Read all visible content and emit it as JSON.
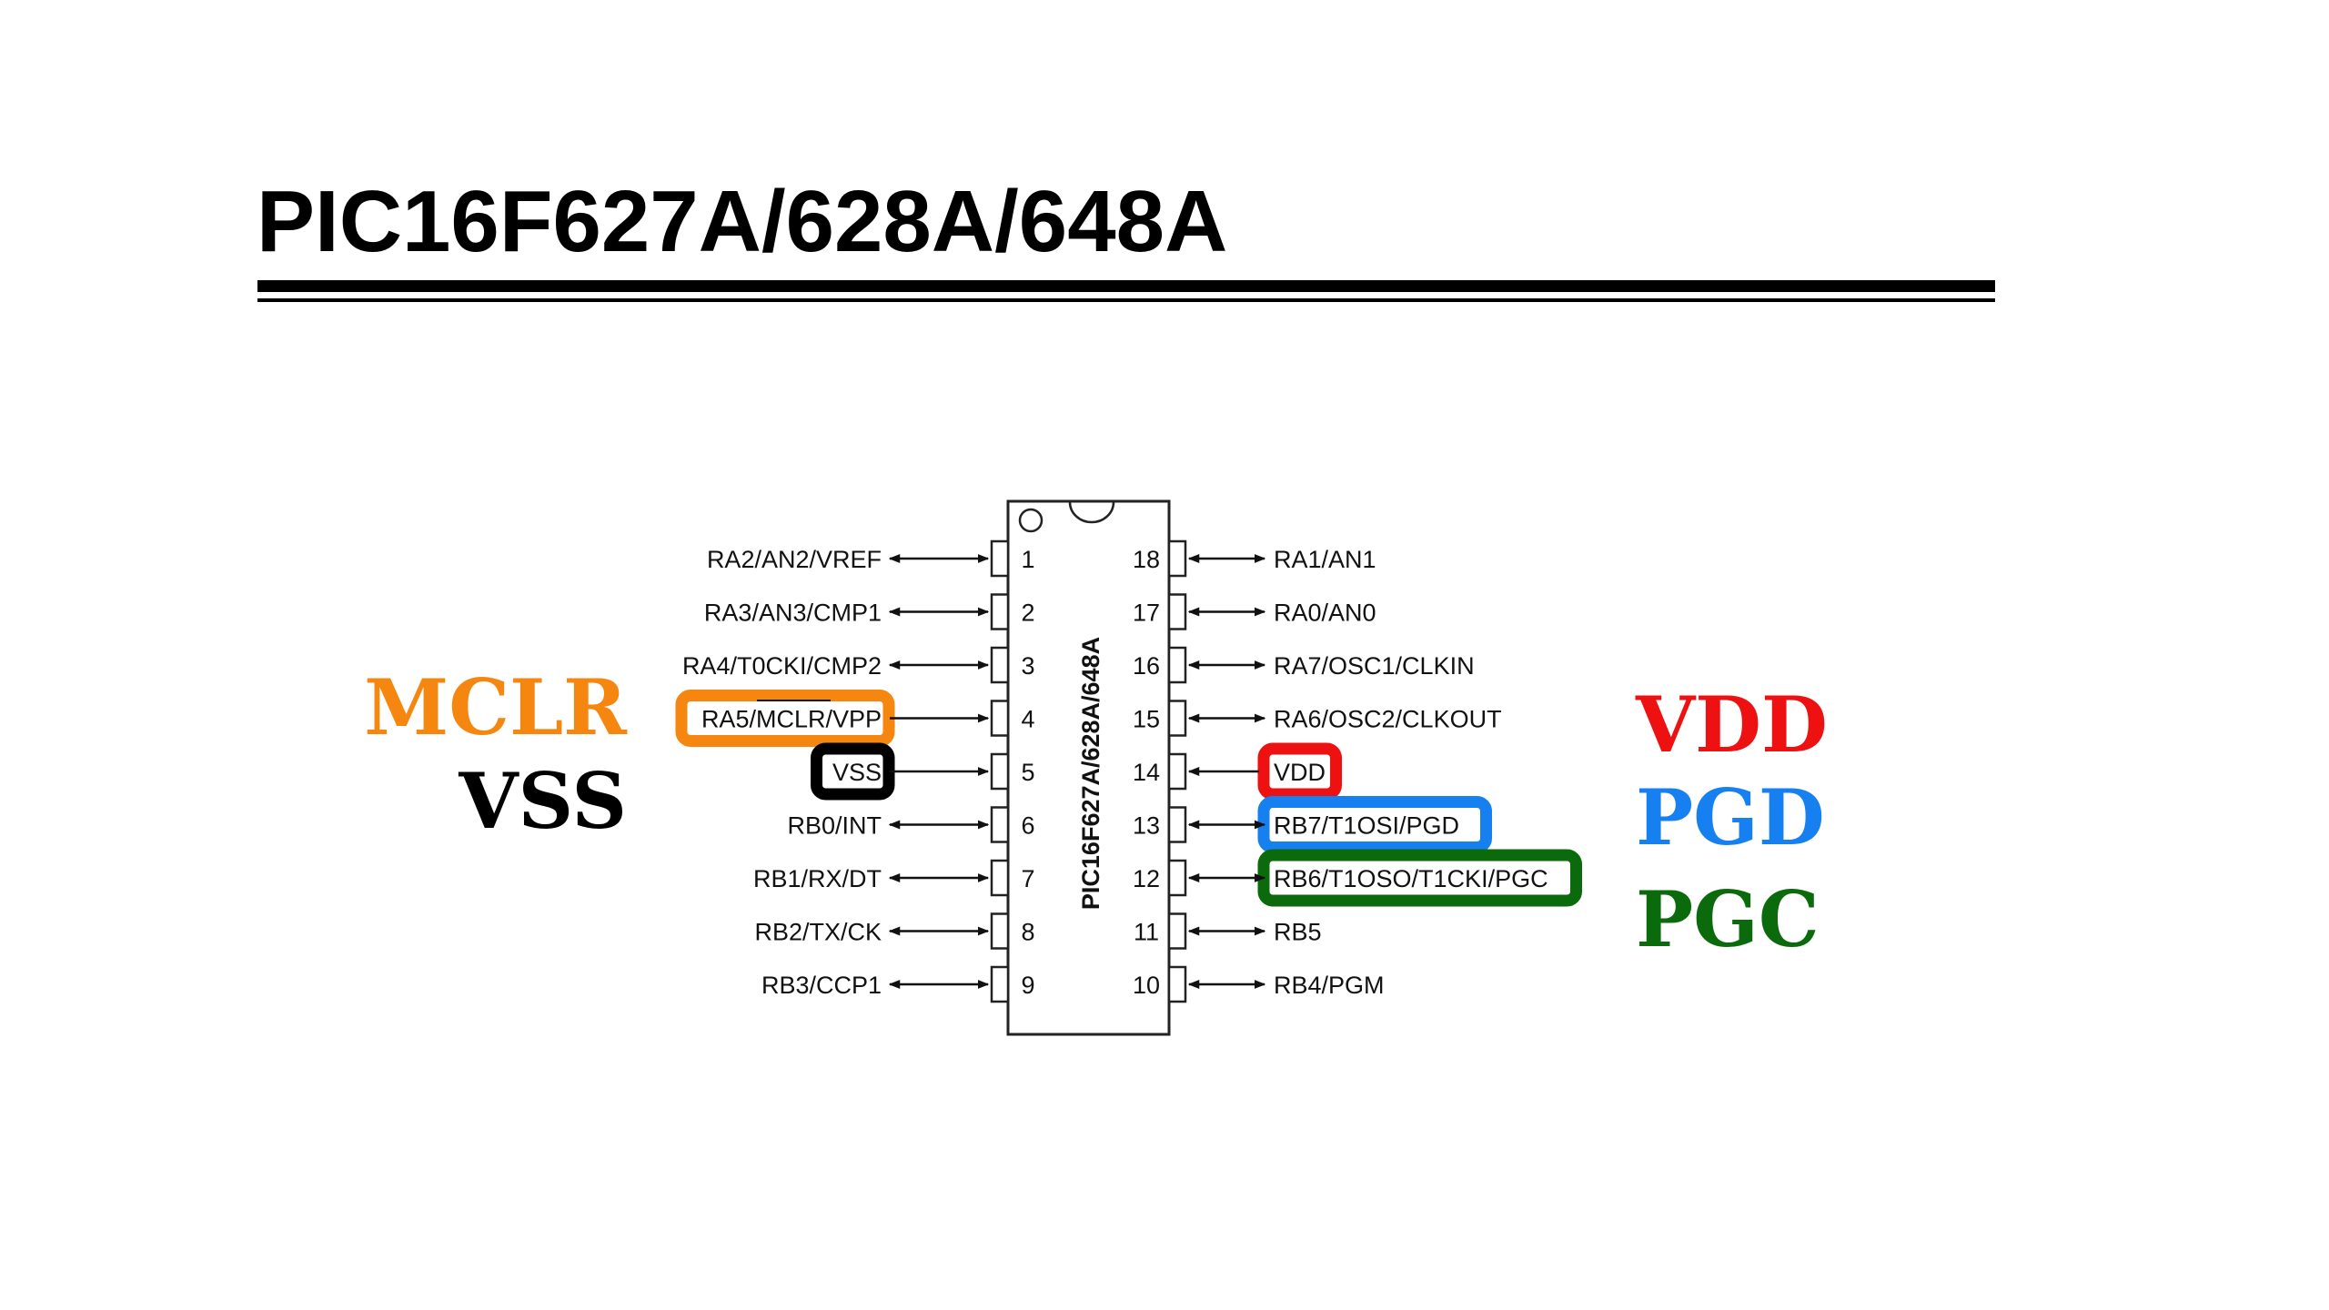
{
  "title": "PIC16F627A/628A/648A",
  "chip": {
    "name": "PIC16F627A/628A/648A",
    "left_pins": [
      {
        "num": "1",
        "label": "RA2/AN2/VREF",
        "dir": "both"
      },
      {
        "num": "2",
        "label": "RA3/AN3/CMP1",
        "dir": "both"
      },
      {
        "num": "3",
        "label": "RA4/T0CKI/CMP2",
        "dir": "both"
      },
      {
        "num": "4",
        "label": "RA5/MCLR/VPP",
        "dir": "in",
        "highlight": "#f5860f"
      },
      {
        "num": "5",
        "label": "VSS",
        "dir": "in",
        "highlight": "#000000"
      },
      {
        "num": "6",
        "label": "RB0/INT",
        "dir": "both"
      },
      {
        "num": "7",
        "label": "RB1/RX/DT",
        "dir": "both"
      },
      {
        "num": "8",
        "label": "RB2/TX/CK",
        "dir": "both"
      },
      {
        "num": "9",
        "label": "RB3/CCP1",
        "dir": "both"
      }
    ],
    "right_pins": [
      {
        "num": "18",
        "label": "RA1/AN1",
        "dir": "both"
      },
      {
        "num": "17",
        "label": "RA0/AN0",
        "dir": "both"
      },
      {
        "num": "16",
        "label": "RA7/OSC1/CLKIN",
        "dir": "both"
      },
      {
        "num": "15",
        "label": "RA6/OSC2/CLKOUT",
        "dir": "both"
      },
      {
        "num": "14",
        "label": "VDD",
        "dir": "in",
        "highlight": "#ee1111"
      },
      {
        "num": "13",
        "label": "RB7/T1OSI/PGD",
        "dir": "both",
        "highlight": "#1780f0"
      },
      {
        "num": "12",
        "label": "RB6/T1OSO/T1CKI/PGC",
        "dir": "both",
        "highlight": "#0b6a0b"
      },
      {
        "num": "11",
        "label": "RB5",
        "dir": "both"
      },
      {
        "num": "10",
        "label": "RB4/PGM",
        "dir": "both"
      }
    ]
  },
  "callouts": {
    "mclr": {
      "text": "MCLR",
      "color": "#f5860f"
    },
    "vss": {
      "text": "VSS",
      "color": "#000000"
    },
    "vdd": {
      "text": "VDD",
      "color": "#ee1111"
    },
    "pgd": {
      "text": "PGD",
      "color": "#1780f0"
    },
    "pgc": {
      "text": "PGC",
      "color": "#0b6a0b"
    }
  }
}
